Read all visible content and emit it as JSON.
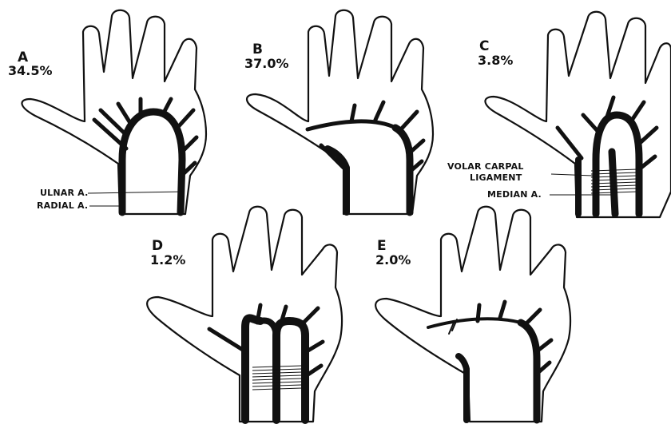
{
  "panels": [
    {
      "letter": "A",
      "percent": "34.5%"
    },
    {
      "letter": "B",
      "percent": "37.0%"
    },
    {
      "letter": "C",
      "percent": "3.8%"
    },
    {
      "letter": "D",
      "percent": "1.2%"
    },
    {
      "letter": "E",
      "percent": "2.0%"
    }
  ],
  "callouts": {
    "ulnar": "ULNAR A.",
    "radial": "RADIAL A.",
    "volar_line1": "VOLAR CARPAL",
    "volar_line2": "LIGAMENT",
    "median": "MEDIAN A."
  },
  "colors": {
    "ink": "#111111",
    "paper": "#ffffff"
  }
}
